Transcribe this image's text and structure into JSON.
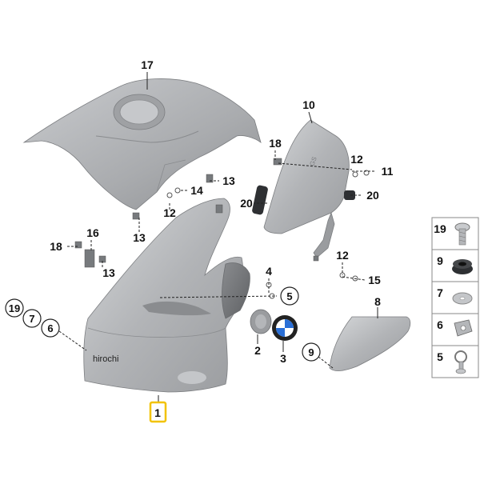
{
  "diagram": {
    "callouts": {
      "c17": "17",
      "c10": "10",
      "c18a": "18",
      "c12a": "12",
      "c11": "11",
      "c13a": "13",
      "c14": "14",
      "c20a": "20",
      "c20b": "20",
      "c12b": "12",
      "c13b": "13",
      "c16": "16",
      "c18b": "18",
      "c13c": "13",
      "c4": "4",
      "c5": "5",
      "c12c": "12",
      "c15": "15",
      "c8": "8",
      "c19": "19",
      "c7": "7",
      "c6": "6",
      "c2": "2",
      "c3": "3",
      "c9": "9",
      "c1": "1"
    },
    "legend": [
      "19",
      "9",
      "7",
      "6",
      "5"
    ],
    "watermark": "hirochi",
    "colors": {
      "part": "#b4b6b9",
      "part_dark": "#8e9094",
      "part_light": "#d2d4d6",
      "highlight": "#f2c200"
    }
  }
}
